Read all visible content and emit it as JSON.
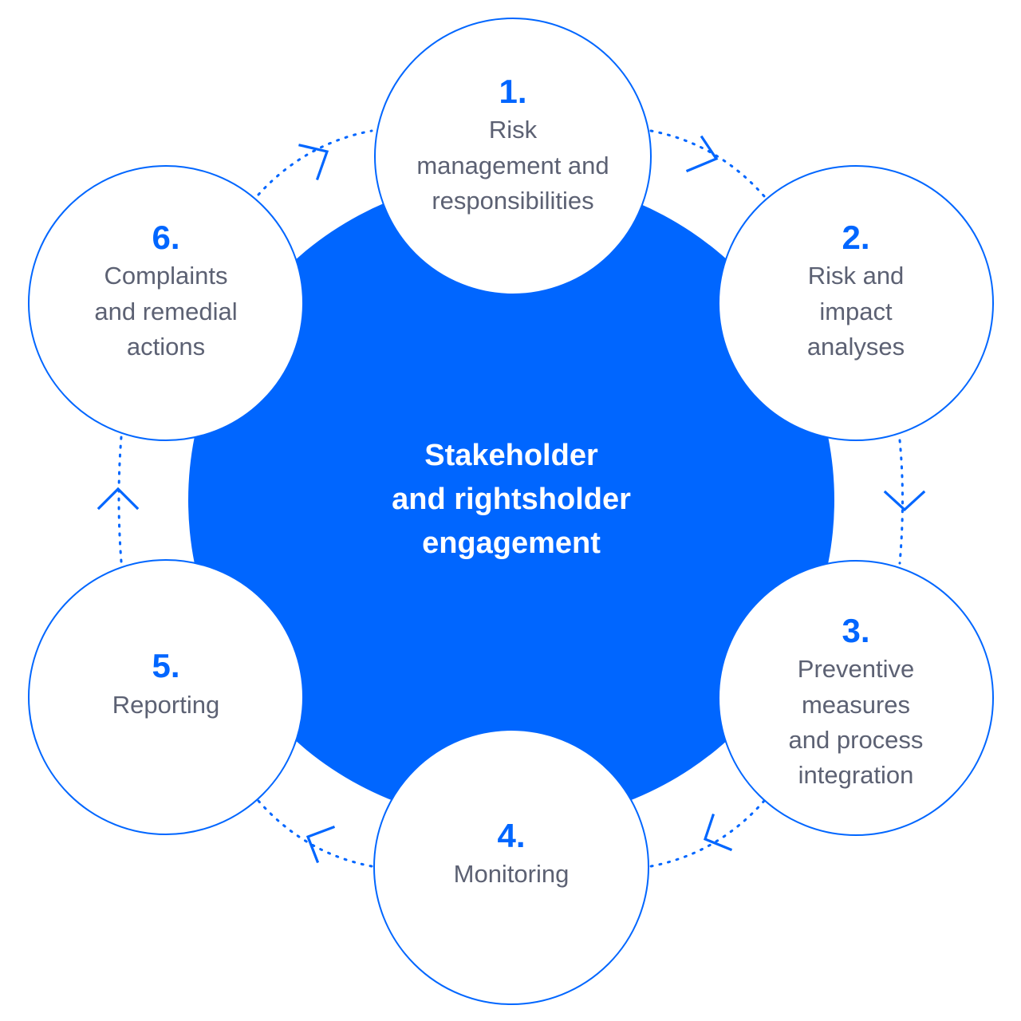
{
  "colors": {
    "accent": "#0066ff",
    "text_gray": "#5c6173",
    "background": "#ffffff",
    "center_text": "#ffffff"
  },
  "center": {
    "lines": [
      "Stakeholder",
      "and rightsholder",
      "engagement"
    ]
  },
  "steps": [
    {
      "number": "1.",
      "lines": [
        "Risk",
        "management and",
        "responsibilities"
      ]
    },
    {
      "number": "2.",
      "lines": [
        "Risk and",
        "impact",
        "analyses"
      ]
    },
    {
      "number": "3.",
      "lines": [
        "Preventive",
        "measures",
        "and process",
        "integration"
      ]
    },
    {
      "number": "4.",
      "lines": [
        "Monitoring"
      ]
    },
    {
      "number": "5.",
      "lines": [
        "Reporting"
      ]
    },
    {
      "number": "6.",
      "lines": [
        "Complaints",
        "and remedial",
        "actions"
      ]
    }
  ],
  "connectors": [
    {
      "from": "1.",
      "to": "2.",
      "icon": "arrow-right-down-icon"
    },
    {
      "from": "2.",
      "to": "3.",
      "icon": "chevron-down-icon"
    },
    {
      "from": "3.",
      "to": "4.",
      "icon": "arrow-left-down-icon"
    },
    {
      "from": "4.",
      "to": "5.",
      "icon": "arrow-left-up-icon"
    },
    {
      "from": "5.",
      "to": "6.",
      "icon": "chevron-up-icon"
    },
    {
      "from": "6.",
      "to": "1.",
      "icon": "arrow-right-up-icon"
    }
  ]
}
